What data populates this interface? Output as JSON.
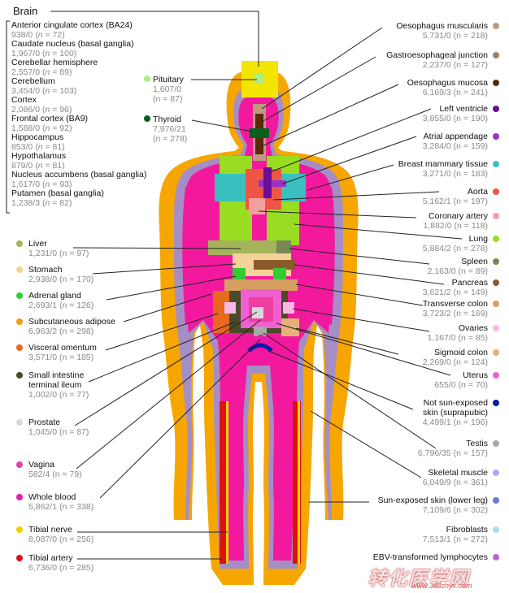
{
  "brain": {
    "title": "Brain",
    "items": [
      {
        "name": "Anterior cingulate cortex (BA24)",
        "stats": "938/0 (",
        "n": "n",
        "count": " = 72)"
      },
      {
        "name": "Caudate nucleus (basal ganglia)",
        "stats": "1,967/0 (",
        "n": "n",
        "count": " = 100)"
      },
      {
        "name": "Cerebellar hemisphere",
        "stats": "2,557/0 (",
        "n": "n",
        "count": " = 89)"
      },
      {
        "name": "Cerebellum",
        "stats": "3,454/0 (",
        "n": "n",
        "count": " = 103)"
      },
      {
        "name": "Cortex",
        "stats": "2,086/0 (",
        "n": "n",
        "count": " = 96)"
      },
      {
        "name": "Frontal cortex (BA9)",
        "stats": "1,588/0 (",
        "n": "n",
        "count": " = 92)"
      },
      {
        "name": "Hippocampus",
        "stats": "853/0 (",
        "n": "n",
        "count": " = 81)"
      },
      {
        "name": "Hypothalamus",
        "stats": "879/0 (",
        "n": "n",
        "count": " = 81)"
      },
      {
        "name": "Nucleus accumbens (basal ganglia)",
        "stats": "1,617/0 (",
        "n": "n",
        "count": " = 93)"
      },
      {
        "name": "Putamen (basal ganglia)",
        "stats": "1,238/3 (",
        "n": "n",
        "count": " = 82)"
      }
    ]
  },
  "left_tissues": [
    {
      "name": "Liver",
      "stats": "1,231/0 (n = 97)",
      "color": "#a5b35a"
    },
    {
      "name": "Stomach",
      "stats": "2,938/0 (n = 170)",
      "color": "#f5d29a"
    },
    {
      "name": "Adrenal gland",
      "stats": "2,693/1 (n = 126)",
      "color": "#33cc33"
    },
    {
      "name": "Subcutaneous adipose",
      "stats": "6,963/2 (n = 298)",
      "color": "#f39c12"
    },
    {
      "name": "Visceral omentum",
      "stats": "3,571/0 (n = 185)",
      "color": "#e8691d"
    },
    {
      "name": "Small intestine terminal ileum",
      "line2": "terminal ileum",
      "line1": "Small intestine",
      "stats": "1,002/0 (n = 77)",
      "color": "#4b4b2a"
    },
    {
      "name": "Prostate",
      "stats": "1,045/0 (n = 87)",
      "color": "#d9d9d9"
    },
    {
      "name": "Vagina",
      "stats": "582/4 (n = 79)",
      "color": "#ee3fa0"
    },
    {
      "name": "Whole blood",
      "stats": "5,862/1 (n = 338)",
      "color": "#e01fb0"
    },
    {
      "name": "Tibial nerve",
      "stats": "8,087/0 (n = 256)",
      "color": "#f2d000"
    },
    {
      "name": "Tibial artery",
      "stats": "6,736/0 (n = 285)",
      "color": "#dd1111"
    }
  ],
  "mid_tissues": [
    {
      "name": "Pituitary",
      "stats": "1,607/0",
      "count": "(n = 87)",
      "color": "#aaee88"
    },
    {
      "name": "Thyroid",
      "stats": "7,976/21",
      "count": "(n = 278)",
      "color": "#0b5e1d"
    }
  ],
  "right_tissues": [
    {
      "name": "Oesophagus muscularis",
      "stats": "5,731/0 (n = 218)",
      "color": "#c09a7e"
    },
    {
      "name": "Gastroesophageal junction",
      "stats": "2,237/0 (n = 127)",
      "color": "#a08060"
    },
    {
      "name": "Oesophagus mucosa",
      "stats": "6,169/3 (n = 241)",
      "color": "#5a2a0a"
    },
    {
      "name": "Left ventricle",
      "stats": "3,855/0 (n = 190)",
      "color": "#6a0d9a"
    },
    {
      "name": "Atrial appendage",
      "stats": "3,284/0 (n = 159)",
      "color": "#9b30c9"
    },
    {
      "name": "Breast mammary tissue",
      "stats": "3,271/0 (n = 183)",
      "color": "#3bc0c0"
    },
    {
      "name": "Aorta",
      "stats": "5,162/1 (n = 197)",
      "color": "#ee5544"
    },
    {
      "name": "Coronary artery",
      "stats": "1,882/0 (n = 118)",
      "color": "#f4a0a0"
    },
    {
      "name": "Lung",
      "stats": "5,884/2 (n = 278)",
      "color": "#99dd22"
    },
    {
      "name": "Spleen",
      "stats": "2,163/0 (n = 89)",
      "color": "#778855"
    },
    {
      "name": "Pancreas",
      "stats": "3,621/2 (n = 149)",
      "color": "#8a5a2a"
    },
    {
      "name": "Transverse colon",
      "stats": "3,723/2 (n = 169)",
      "color": "#d8a060"
    },
    {
      "name": "Ovaries",
      "stats": "1,167/0 (n = 85)",
      "color": "#f7b8e8"
    },
    {
      "name": "Sigmoid colon",
      "stats": "2,269/0 (n = 124)",
      "color": "#e5b07a"
    },
    {
      "name": "Uterus",
      "stats": "655/0 (n = 70)",
      "color": "#f060d0"
    },
    {
      "name": "Not sun-exposed skin (suprapubic)",
      "line1": "Not sun-exposed",
      "line2": "skin (suprapubic)",
      "stats": "4,499/1 (n = 196)",
      "color": "#0a1aa8"
    },
    {
      "name": "Testis",
      "stats": "6,796/35 (n = 157)",
      "color": "#a8a8a8"
    },
    {
      "name": "Skeletal muscle",
      "stats": "6,049/9 (n = 361)",
      "color": "#aaaaee"
    },
    {
      "name": "Sun-exposed skin (lower leg)",
      "stats": "7,109/6 (n = 302)",
      "color": "#6a7ad0"
    },
    {
      "name": "Fibroblasts",
      "stats": "7,513/1 (n = 272)",
      "color": "#a8dde8"
    },
    {
      "name": "EBV-transformed lymphocytes",
      "stats": "",
      "color": "#bb66cc"
    }
  ],
  "watermark": {
    "text": "转化医学网",
    "url": "www.360zhyx.com"
  }
}
